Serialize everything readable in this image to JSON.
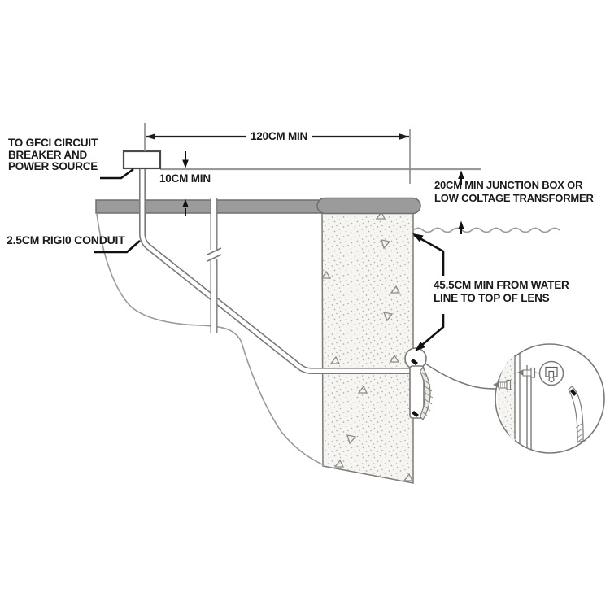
{
  "diagram": {
    "type": "pool-light-installation-cross-section",
    "colors": {
      "line": "#7a7a78",
      "black": "#151515",
      "deck_gray": "#9b9b9b",
      "deck_border": "#6e6e6e",
      "concrete": "#f6f5f1",
      "water_line": "#9a9a9a"
    },
    "labels": {
      "gfci": [
        "TO GFCI CIRCUIT",
        "BREAKER AND",
        "POWER SOURCE"
      ],
      "conduit": "2.5CM RIGI0 CONDUIT",
      "dim_width": "120CM MIN",
      "dim_height": "10CM MIN",
      "junction": [
        "20CM MIN JUNCTION BOX OR",
        "LOW COLTAGE TRANSFORMER"
      ],
      "lens": [
        "45.5CM MIN FROM WATER",
        "LINE TO TOP OF LENS"
      ]
    }
  }
}
